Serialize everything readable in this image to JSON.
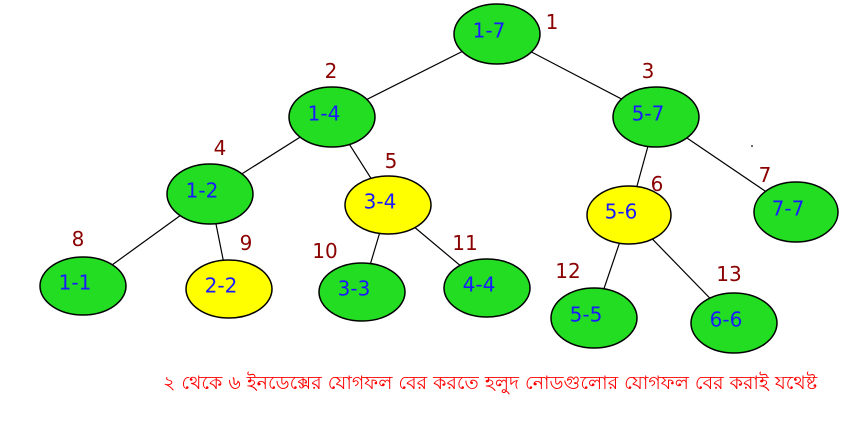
{
  "colors": {
    "green_node": "#22dd22",
    "yellow_node": "#ffff00",
    "node_text": "#1a1aff",
    "index_text": "#8b0000",
    "caption_text": "#ff0000",
    "edge": "#000000",
    "node_stroke": "#000000"
  },
  "nodes": [
    {
      "id": "n1",
      "range": "1-7",
      "index": "1",
      "highlight": false
    },
    {
      "id": "n2",
      "range": "1-4",
      "index": "2",
      "highlight": false
    },
    {
      "id": "n3",
      "range": "5-7",
      "index": "3",
      "highlight": false
    },
    {
      "id": "n4",
      "range": "1-2",
      "index": "4",
      "highlight": false
    },
    {
      "id": "n5",
      "range": "3-4",
      "index": "5",
      "highlight": true
    },
    {
      "id": "n6",
      "range": "5-6",
      "index": "6",
      "highlight": true
    },
    {
      "id": "n7",
      "range": "7-7",
      "index": "7",
      "highlight": false
    },
    {
      "id": "n8",
      "range": "1-1",
      "index": "8",
      "highlight": false
    },
    {
      "id": "n9",
      "range": "2-2",
      "index": "9",
      "highlight": true
    },
    {
      "id": "n10",
      "range": "3-3",
      "index": "10",
      "highlight": false
    },
    {
      "id": "n11",
      "range": "4-4",
      "index": "11",
      "highlight": false
    },
    {
      "id": "n12",
      "range": "5-5",
      "index": "12",
      "highlight": false
    },
    {
      "id": "n13",
      "range": "6-6",
      "index": "13",
      "highlight": false
    }
  ],
  "edges": [
    [
      "n1",
      "n2"
    ],
    [
      "n1",
      "n3"
    ],
    [
      "n2",
      "n4"
    ],
    [
      "n2",
      "n5"
    ],
    [
      "n3",
      "n6"
    ],
    [
      "n3",
      "n7"
    ],
    [
      "n4",
      "n8"
    ],
    [
      "n4",
      "n9"
    ],
    [
      "n5",
      "n10"
    ],
    [
      "n5",
      "n11"
    ],
    [
      "n6",
      "n12"
    ],
    [
      "n6",
      "n13"
    ]
  ],
  "caption": "২ থেকে ৬ ইনডেক্সের যোগফল বের করতে হলুদ নোডগুলোর যোগফল বের করাই যথেষ্ট"
}
